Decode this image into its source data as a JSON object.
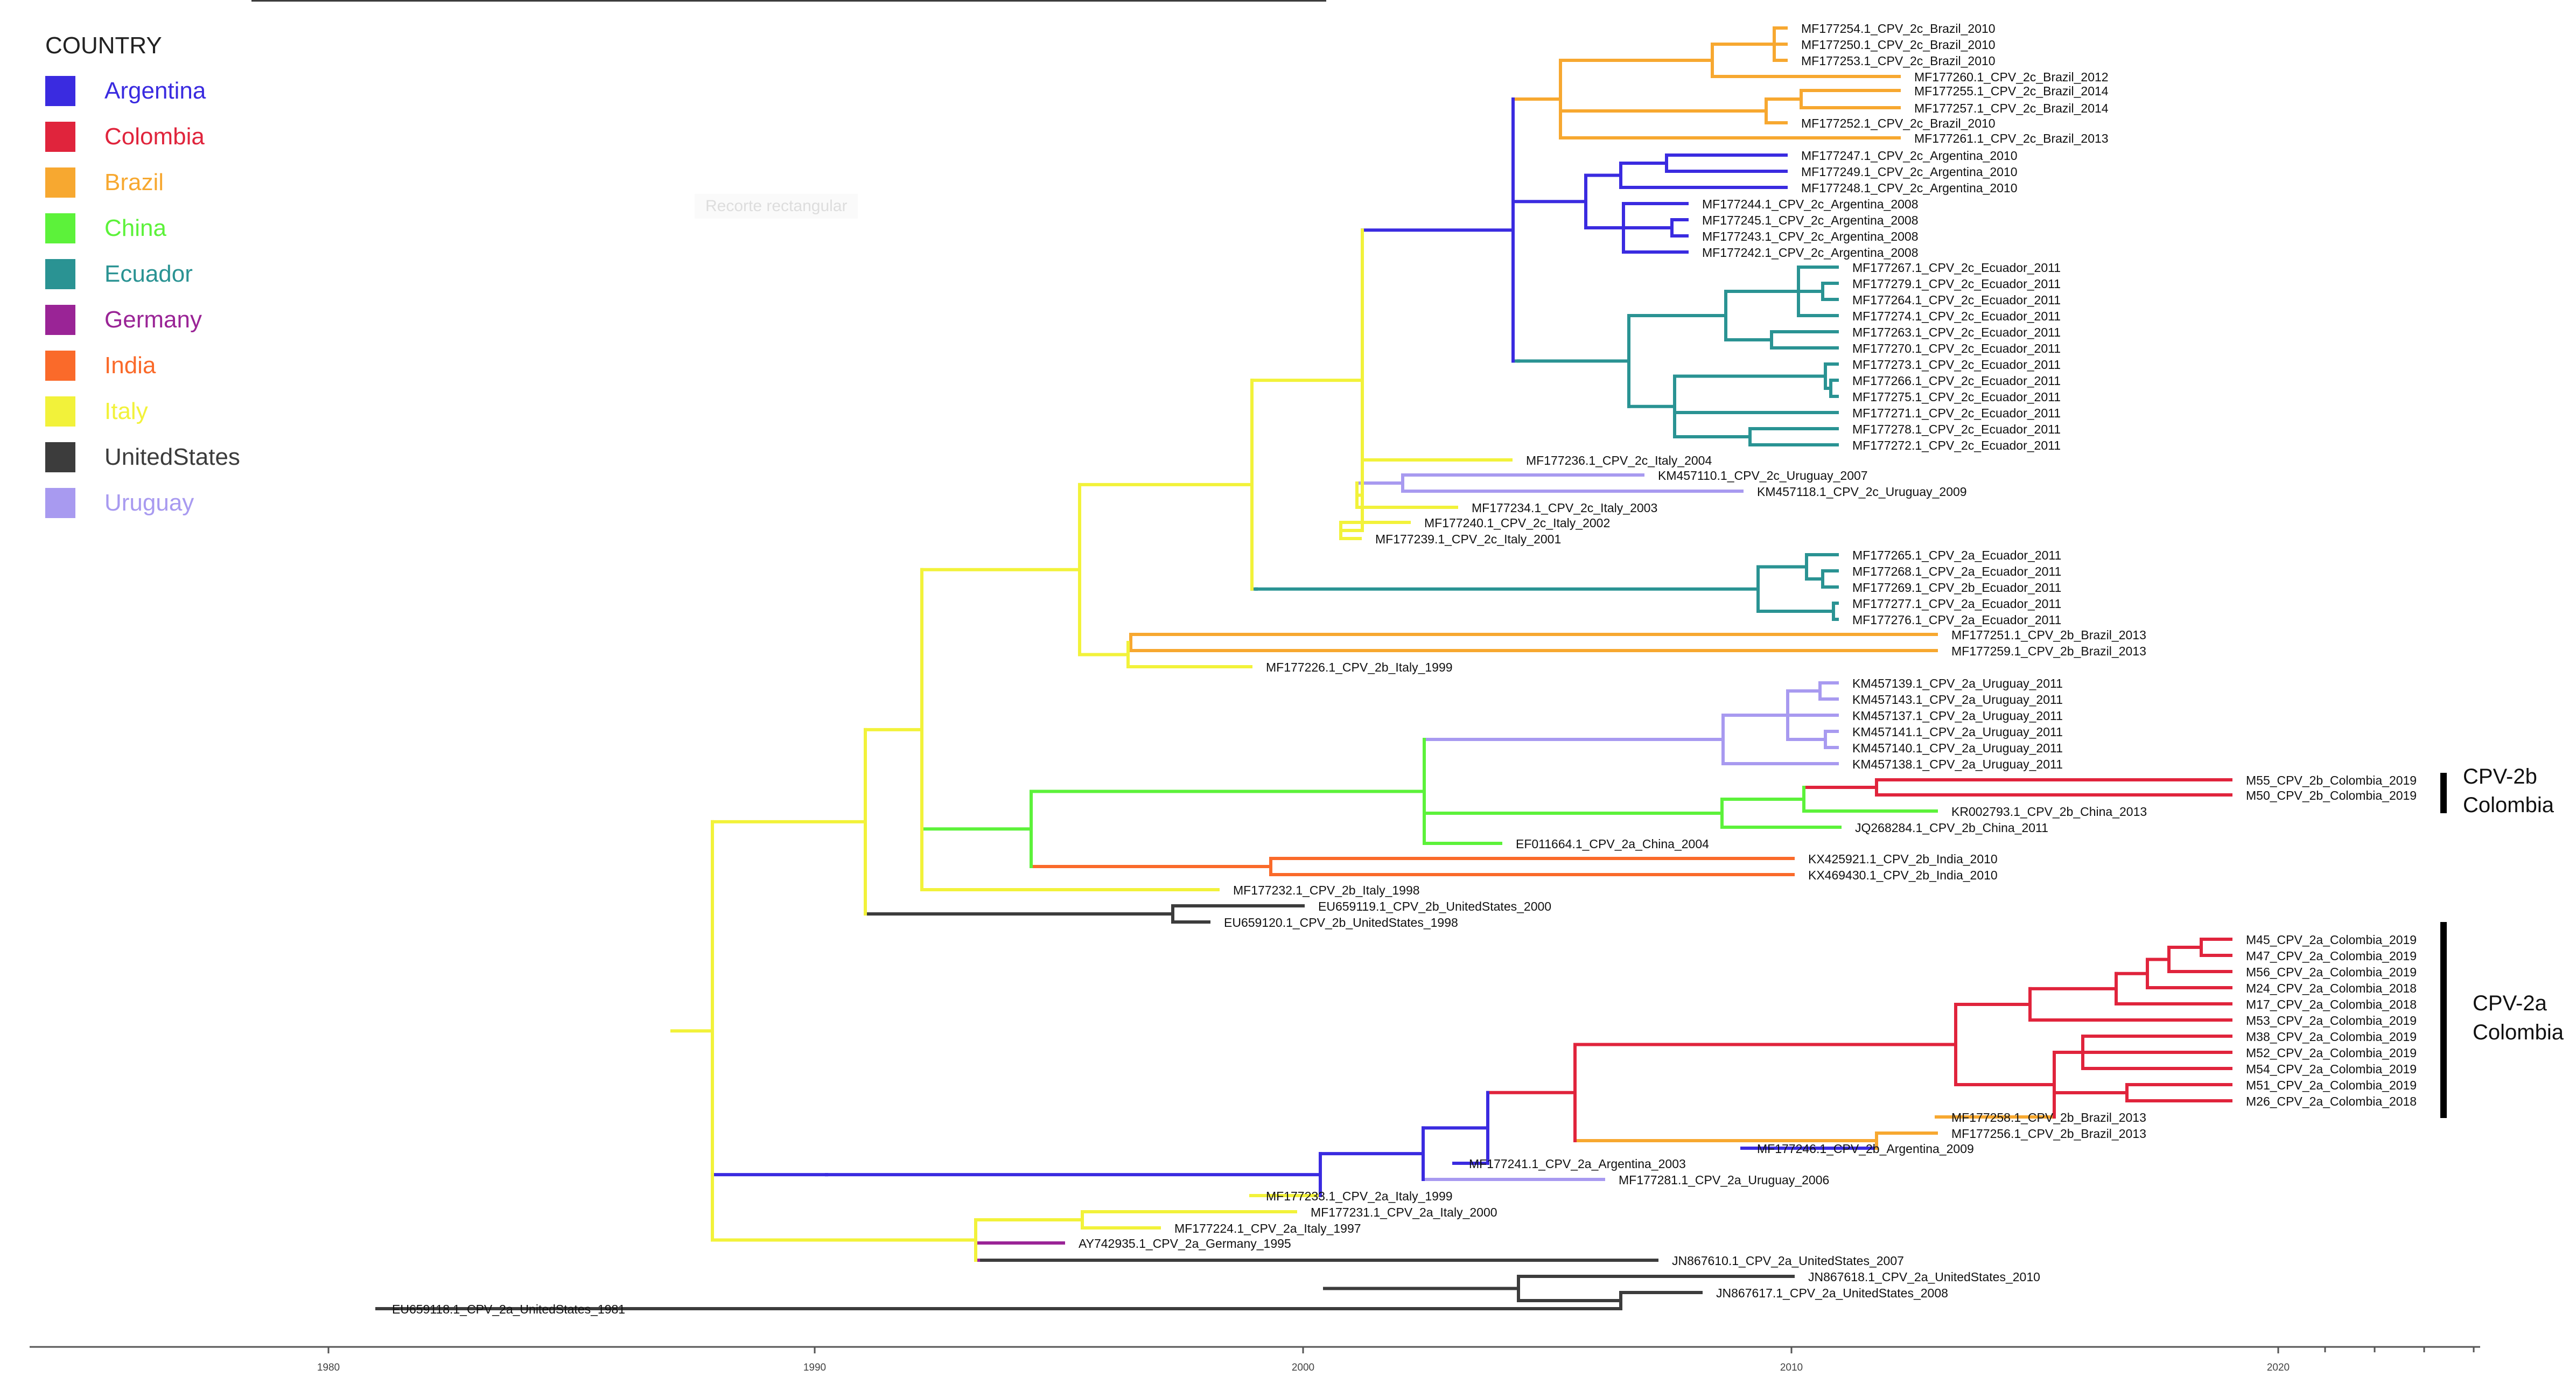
{
  "legend": {
    "title": "COUNTRY",
    "items": [
      {
        "label": "Argentina",
        "color": "#3a2be0"
      },
      {
        "label": "Colombia",
        "color": "#e0243c"
      },
      {
        "label": "Brazil",
        "color": "#f7a830"
      },
      {
        "label": "China",
        "color": "#5cf23a"
      },
      {
        "label": "Ecuador",
        "color": "#2a9393"
      },
      {
        "label": "Germany",
        "color": "#9a2496"
      },
      {
        "label": "India",
        "color": "#fa6a2a"
      },
      {
        "label": "Italy",
        "color": "#f2f23a"
      },
      {
        "label": "UnitedStates",
        "color": "#3c3c3c"
      },
      {
        "label": "Uruguay",
        "color": "#a89af0"
      }
    ]
  },
  "overlay_hint": "Recorte rectangular",
  "time_axis": {
    "ticks": [
      "1980",
      "1990",
      "2000",
      "2010",
      "2020"
    ]
  },
  "clade_labels": [
    {
      "line1": "CPV-2b",
      "line2": "Colombia"
    },
    {
      "line1": "CPV-2a",
      "line2": "Colombia"
    }
  ],
  "tips": [
    {
      "label": "MF177254.1_CPV_2c_Brazil_2010",
      "country": "Brazil"
    },
    {
      "label": "MF177250.1_CPV_2c_Brazil_2010",
      "country": "Brazil"
    },
    {
      "label": "MF177253.1_CPV_2c_Brazil_2010",
      "country": "Brazil"
    },
    {
      "label": "MF177260.1_CPV_2c_Brazil_2012",
      "country": "Brazil"
    },
    {
      "label": "MF177255.1_CPV_2c_Brazil_2014",
      "country": "Brazil"
    },
    {
      "label": "MF177257.1_CPV_2c_Brazil_2014",
      "country": "Brazil"
    },
    {
      "label": "MF177252.1_CPV_2c_Brazil_2010",
      "country": "Brazil"
    },
    {
      "label": "MF177261.1_CPV_2c_Brazil_2013",
      "country": "Brazil"
    },
    {
      "label": "MF177247.1_CPV_2c_Argentina_2010",
      "country": "Argentina"
    },
    {
      "label": "MF177249.1_CPV_2c_Argentina_2010",
      "country": "Argentina"
    },
    {
      "label": "MF177248.1_CPV_2c_Argentina_2010",
      "country": "Argentina"
    },
    {
      "label": "MF177244.1_CPV_2c_Argentina_2008",
      "country": "Argentina"
    },
    {
      "label": "MF177245.1_CPV_2c_Argentina_2008",
      "country": "Argentina"
    },
    {
      "label": "MF177243.1_CPV_2c_Argentina_2008",
      "country": "Argentina"
    },
    {
      "label": "MF177242.1_CPV_2c_Argentina_2008",
      "country": "Argentina"
    },
    {
      "label": "MF177267.1_CPV_2c_Ecuador_2011",
      "country": "Ecuador"
    },
    {
      "label": "MF177279.1_CPV_2c_Ecuador_2011",
      "country": "Ecuador"
    },
    {
      "label": "MF177264.1_CPV_2c_Ecuador_2011",
      "country": "Ecuador"
    },
    {
      "label": "MF177274.1_CPV_2c_Ecuador_2011",
      "country": "Ecuador"
    },
    {
      "label": "MF177263.1_CPV_2c_Ecuador_2011",
      "country": "Ecuador"
    },
    {
      "label": "MF177270.1_CPV_2c_Ecuador_2011",
      "country": "Ecuador"
    },
    {
      "label": "MF177273.1_CPV_2c_Ecuador_2011",
      "country": "Ecuador"
    },
    {
      "label": "MF177266.1_CPV_2c_Ecuador_2011",
      "country": "Ecuador"
    },
    {
      "label": "MF177275.1_CPV_2c_Ecuador_2011",
      "country": "Ecuador"
    },
    {
      "label": "MF177271.1_CPV_2c_Ecuador_2011",
      "country": "Ecuador"
    },
    {
      "label": "MF177278.1_CPV_2c_Ecuador_2011",
      "country": "Ecuador"
    },
    {
      "label": "MF177272.1_CPV_2c_Ecuador_2011",
      "country": "Ecuador"
    },
    {
      "label": "MF177236.1_CPV_2c_Italy_2004",
      "country": "Italy"
    },
    {
      "label": "KM457110.1_CPV_2c_Uruguay_2007",
      "country": "Uruguay"
    },
    {
      "label": "KM457118.1_CPV_2c_Uruguay_2009",
      "country": "Uruguay"
    },
    {
      "label": "MF177234.1_CPV_2c_Italy_2003",
      "country": "Italy"
    },
    {
      "label": "MF177240.1_CPV_2c_Italy_2002",
      "country": "Italy"
    },
    {
      "label": "MF177239.1_CPV_2c_Italy_2001",
      "country": "Italy"
    },
    {
      "label": "MF177265.1_CPV_2a_Ecuador_2011",
      "country": "Ecuador"
    },
    {
      "label": "MF177268.1_CPV_2a_Ecuador_2011",
      "country": "Ecuador"
    },
    {
      "label": "MF177269.1_CPV_2b_Ecuador_2011",
      "country": "Ecuador"
    },
    {
      "label": "MF177277.1_CPV_2a_Ecuador_2011",
      "country": "Ecuador"
    },
    {
      "label": "MF177276.1_CPV_2a_Ecuador_2011",
      "country": "Ecuador"
    },
    {
      "label": "MF177251.1_CPV_2b_Brazil_2013",
      "country": "Brazil"
    },
    {
      "label": "MF177259.1_CPV_2b_Brazil_2013",
      "country": "Brazil"
    },
    {
      "label": "MF177226.1_CPV_2b_Italy_1999",
      "country": "Italy"
    },
    {
      "label": "KM457139.1_CPV_2a_Uruguay_2011",
      "country": "Uruguay"
    },
    {
      "label": "KM457143.1_CPV_2a_Uruguay_2011",
      "country": "Uruguay"
    },
    {
      "label": "KM457137.1_CPV_2a_Uruguay_2011",
      "country": "Uruguay"
    },
    {
      "label": "KM457141.1_CPV_2a_Uruguay_2011",
      "country": "Uruguay"
    },
    {
      "label": "KM457140.1_CPV_2a_Uruguay_2011",
      "country": "Uruguay"
    },
    {
      "label": "KM457138.1_CPV_2a_Uruguay_2011",
      "country": "Uruguay"
    },
    {
      "label": "M55_CPV_2b_Colombia_2019",
      "country": "Colombia"
    },
    {
      "label": "M50_CPV_2b_Colombia_2019",
      "country": "Colombia"
    },
    {
      "label": "KR002793.1_CPV_2b_China_2013",
      "country": "China"
    },
    {
      "label": "JQ268284.1_CPV_2b_China_2011",
      "country": "China"
    },
    {
      "label": "EF011664.1_CPV_2a_China_2004",
      "country": "China"
    },
    {
      "label": "KX425921.1_CPV_2b_India_2010",
      "country": "India"
    },
    {
      "label": "KX469430.1_CPV_2b_India_2010",
      "country": "India"
    },
    {
      "label": "MF177232.1_CPV_2b_Italy_1998",
      "country": "Italy"
    },
    {
      "label": "EU659119.1_CPV_2b_UnitedStates_2000",
      "country": "UnitedStates"
    },
    {
      "label": "EU659120.1_CPV_2b_UnitedStates_1998",
      "country": "UnitedStates"
    },
    {
      "label": "M45_CPV_2a_Colombia_2019",
      "country": "Colombia"
    },
    {
      "label": "M47_CPV_2a_Colombia_2019",
      "country": "Colombia"
    },
    {
      "label": "M56_CPV_2a_Colombia_2019",
      "country": "Colombia"
    },
    {
      "label": "M24_CPV_2a_Colombia_2018",
      "country": "Colombia"
    },
    {
      "label": "M17_CPV_2a_Colombia_2018",
      "country": "Colombia"
    },
    {
      "label": "M53_CPV_2a_Colombia_2019",
      "country": "Colombia"
    },
    {
      "label": "M38_CPV_2a_Colombia_2019",
      "country": "Colombia"
    },
    {
      "label": "M52_CPV_2a_Colombia_2019",
      "country": "Colombia"
    },
    {
      "label": "M54_CPV_2a_Colombia_2019",
      "country": "Colombia"
    },
    {
      "label": "M51_CPV_2a_Colombia_2019",
      "country": "Colombia"
    },
    {
      "label": "M26_CPV_2a_Colombia_2018",
      "country": "Colombia"
    },
    {
      "label": "MF177258.1_CPV_2b_Brazil_2013",
      "country": "Brazil"
    },
    {
      "label": "MF177256.1_CPV_2b_Brazil_2013",
      "country": "Brazil"
    },
    {
      "label": "MF177246.1_CPV_2b_Argentina_2009",
      "country": "Argentina"
    },
    {
      "label": "MF177241.1_CPV_2a_Argentina_2003",
      "country": "Argentina"
    },
    {
      "label": "MF177281.1_CPV_2a_Uruguay_2006",
      "country": "Uruguay"
    },
    {
      "label": "MF177233.1_CPV_2a_Italy_1999",
      "country": "Italy"
    },
    {
      "label": "MF177231.1_CPV_2a_Italy_2000",
      "country": "Italy"
    },
    {
      "label": "MF177224.1_CPV_2a_Italy_1997",
      "country": "Italy"
    },
    {
      "label": "AY742935.1_CPV_2a_Germany_1995",
      "country": "Germany"
    },
    {
      "label": "JN867610.1_CPV_2a_UnitedStates_2007",
      "country": "UnitedStates"
    },
    {
      "label": "JN867618.1_CPV_2a_UnitedStates_2010",
      "country": "UnitedStates"
    },
    {
      "label": "JN867617.1_CPV_2a_UnitedStates_2008",
      "country": "UnitedStates"
    },
    {
      "label": "EU659118.1_CPV_2a_UnitedStates_1981",
      "country": "UnitedStates"
    }
  ]
}
